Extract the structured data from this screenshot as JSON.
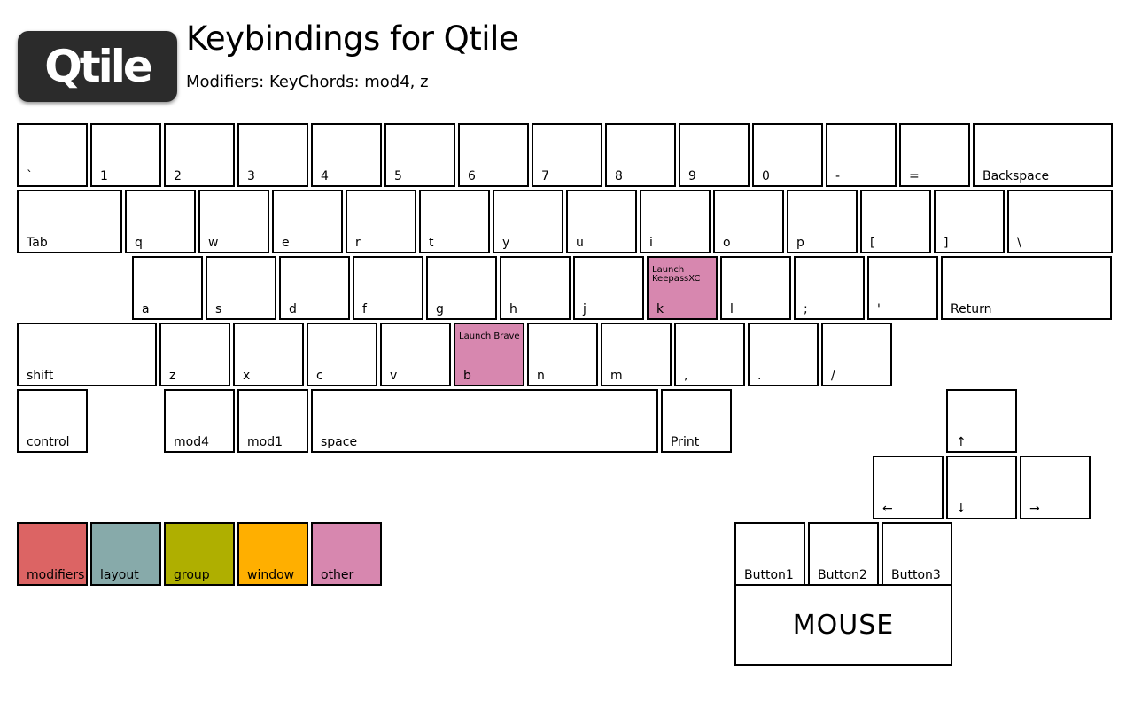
{
  "header": {
    "logo_text": "Qtile",
    "title": "Keybindings for Qtile",
    "subtitle": "Modifiers: KeyChords: mod4, z"
  },
  "colors": {
    "modifiers": "#DC6464",
    "layout": "#87AAAA",
    "group": "#AFAF00",
    "window": "#FFAF00",
    "other": "#D787AF"
  },
  "keyboard": {
    "row_numbers": [
      "`",
      "1",
      "2",
      "3",
      "4",
      "5",
      "6",
      "7",
      "8",
      "9",
      "0",
      "-",
      "=",
      "Backspace"
    ],
    "row_top": [
      "Tab",
      "q",
      "w",
      "e",
      "r",
      "t",
      "y",
      "u",
      "i",
      "o",
      "p",
      "[",
      "]",
      "\\"
    ],
    "row_home": [
      "a",
      "s",
      "d",
      "f",
      "g",
      "h",
      "j",
      "k",
      "l",
      ";",
      "'",
      "Return"
    ],
    "row_bottom": [
      "shift",
      "z",
      "x",
      "c",
      "v",
      "b",
      "n",
      "m",
      ",",
      ".",
      "/"
    ],
    "row_space": [
      "control",
      "mod4",
      "mod1",
      "space",
      "Print"
    ],
    "arrows": [
      "↑",
      "←",
      "↓",
      "→"
    ]
  },
  "bindings": {
    "k": {
      "description": "Launch KeepassXC",
      "category": "other"
    },
    "b": {
      "description": "Launch Brave",
      "category": "other"
    }
  },
  "legend": [
    {
      "label": "modifiers",
      "category": "modifiers"
    },
    {
      "label": "layout",
      "category": "layout"
    },
    {
      "label": "group",
      "category": "group"
    },
    {
      "label": "window",
      "category": "window"
    },
    {
      "label": "other",
      "category": "other"
    }
  ],
  "mouse": {
    "buttons": [
      "Button1",
      "Button2",
      "Button3"
    ],
    "label": "MOUSE"
  }
}
